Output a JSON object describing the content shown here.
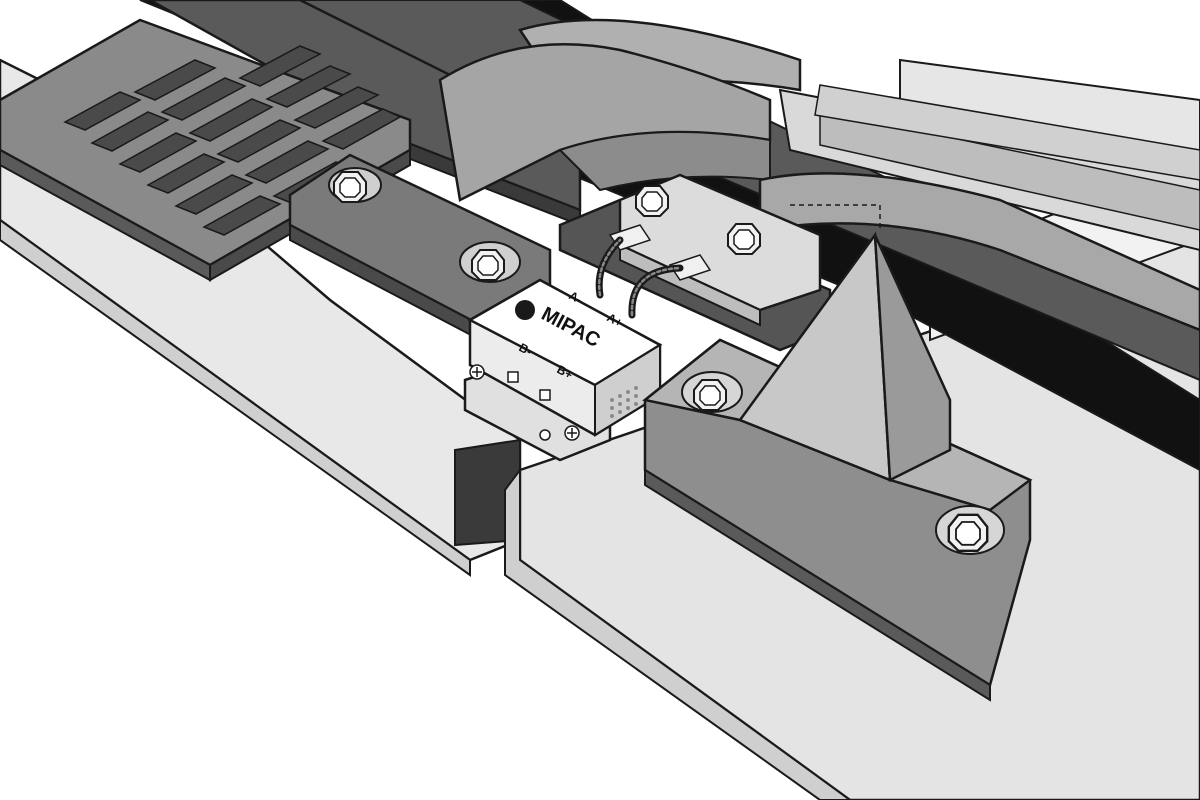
{
  "colors": {
    "outline": "#1a1a1a",
    "light_base": "#e6e6e6",
    "light_face": "#d2d2d2",
    "mid": "#a8a8a8",
    "mid_dark": "#8c8c8c",
    "dark": "#5a5a5a",
    "darkest": "#333333",
    "rail_black": "#111111"
  },
  "module": {
    "brand": "MIPAC",
    "terminals": {
      "a_minus": "A-",
      "a_plus": "A+",
      "b_minus": "B-",
      "b_plus": "B+"
    }
  },
  "icons": [
    "hex-bolt-icon",
    "screw-terminal-icon",
    "logo-icon"
  ]
}
